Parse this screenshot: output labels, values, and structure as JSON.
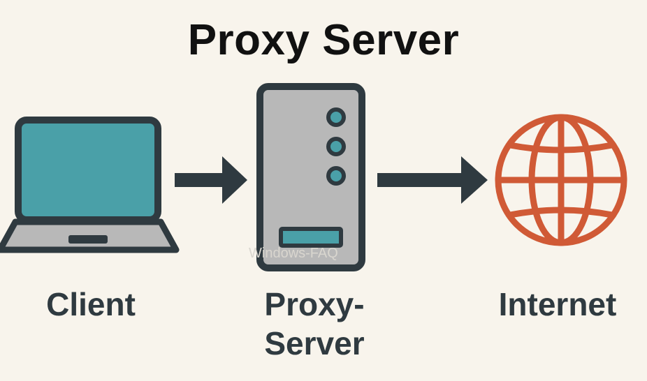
{
  "title": "Proxy Server",
  "nodes": {
    "client": {
      "label": "Client"
    },
    "proxy": {
      "label_line1": "Proxy-",
      "label_line2": "Server"
    },
    "internet": {
      "label": "Internet"
    }
  },
  "watermark": "Windows-FAQ",
  "colors": {
    "background": "#f8f4ec",
    "outline": "#2f3a40",
    "screen": "#4aa0a8",
    "server_body": "#b8b8b8",
    "globe": "#d05a36",
    "text": "#2f3a40"
  },
  "icons": {
    "client": "laptop-icon",
    "proxy": "server-tower-icon",
    "internet": "globe-icon",
    "connector": "arrow-right-icon"
  }
}
